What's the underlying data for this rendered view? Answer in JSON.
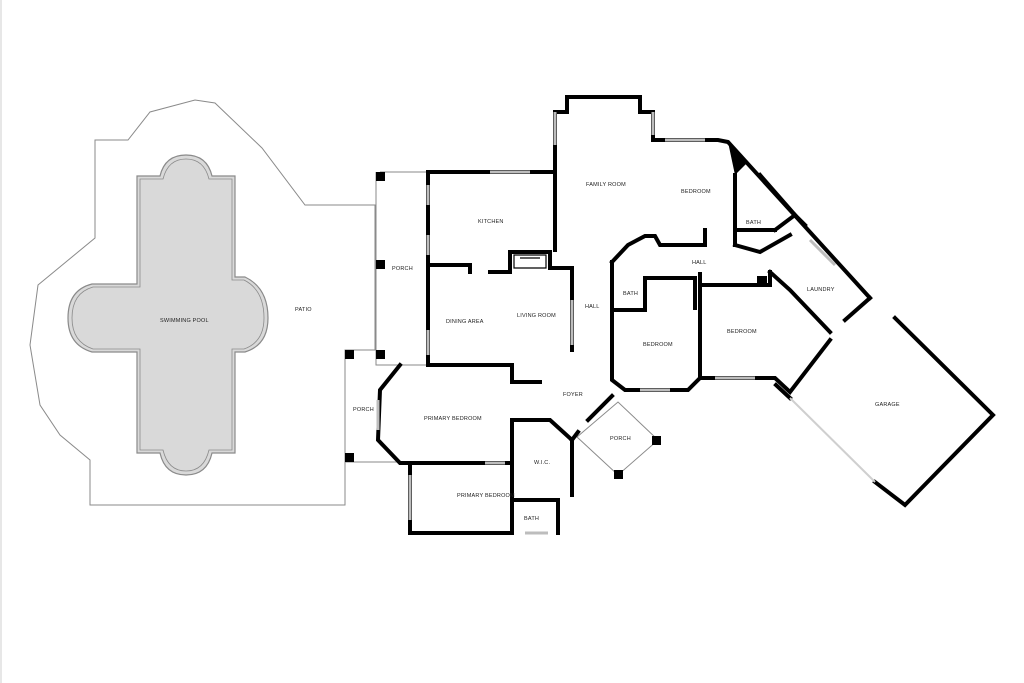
{
  "colors": {
    "background": "#ffffff",
    "wall": "#000000",
    "pool_fill": "#d9d9d9",
    "pool_edge": "#8a8a8a",
    "window": "#bdbdbd",
    "outline": "#8a8a8a"
  },
  "rooms": {
    "swimming_pool": "SWIMMING POOL",
    "patio": "PATIO",
    "porch_west": "PORCH",
    "porch_southwest": "PORCH",
    "porch_entry": "PORCH",
    "kitchen": "KITCHEN",
    "family_room": "FAMILY ROOM",
    "bedroom_northeast": "BEDROOM",
    "bath_northeast": "BATH",
    "hall_east": "HALL",
    "hall_central": "HALL",
    "laundry": "LAUNDRY",
    "bath_small": "BATH",
    "bedroom_middle": "BEDROOM",
    "bedroom_east": "BEDROOM",
    "garage": "GARAGE",
    "dining_area": "DINING AREA",
    "living_room": "LIVING ROOM",
    "foyer": "FOYER",
    "primary_bedroom": "PRIMARY BEDROOM",
    "wic": "W.I.C.",
    "primary_bedroom_lower": "PRIMARY BEDROOM",
    "bath_primary": "BATH"
  }
}
